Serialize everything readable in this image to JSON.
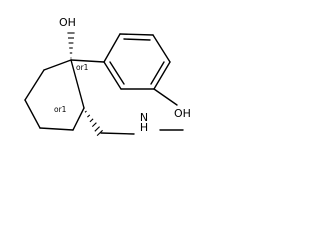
{
  "molecule": {
    "atoms": {
      "oh_top": "OH",
      "oh_phenol": "OH",
      "nh": "N",
      "nh_h": "H"
    },
    "stereo_labels": {
      "c1": "or1",
      "c2": "or1"
    }
  }
}
